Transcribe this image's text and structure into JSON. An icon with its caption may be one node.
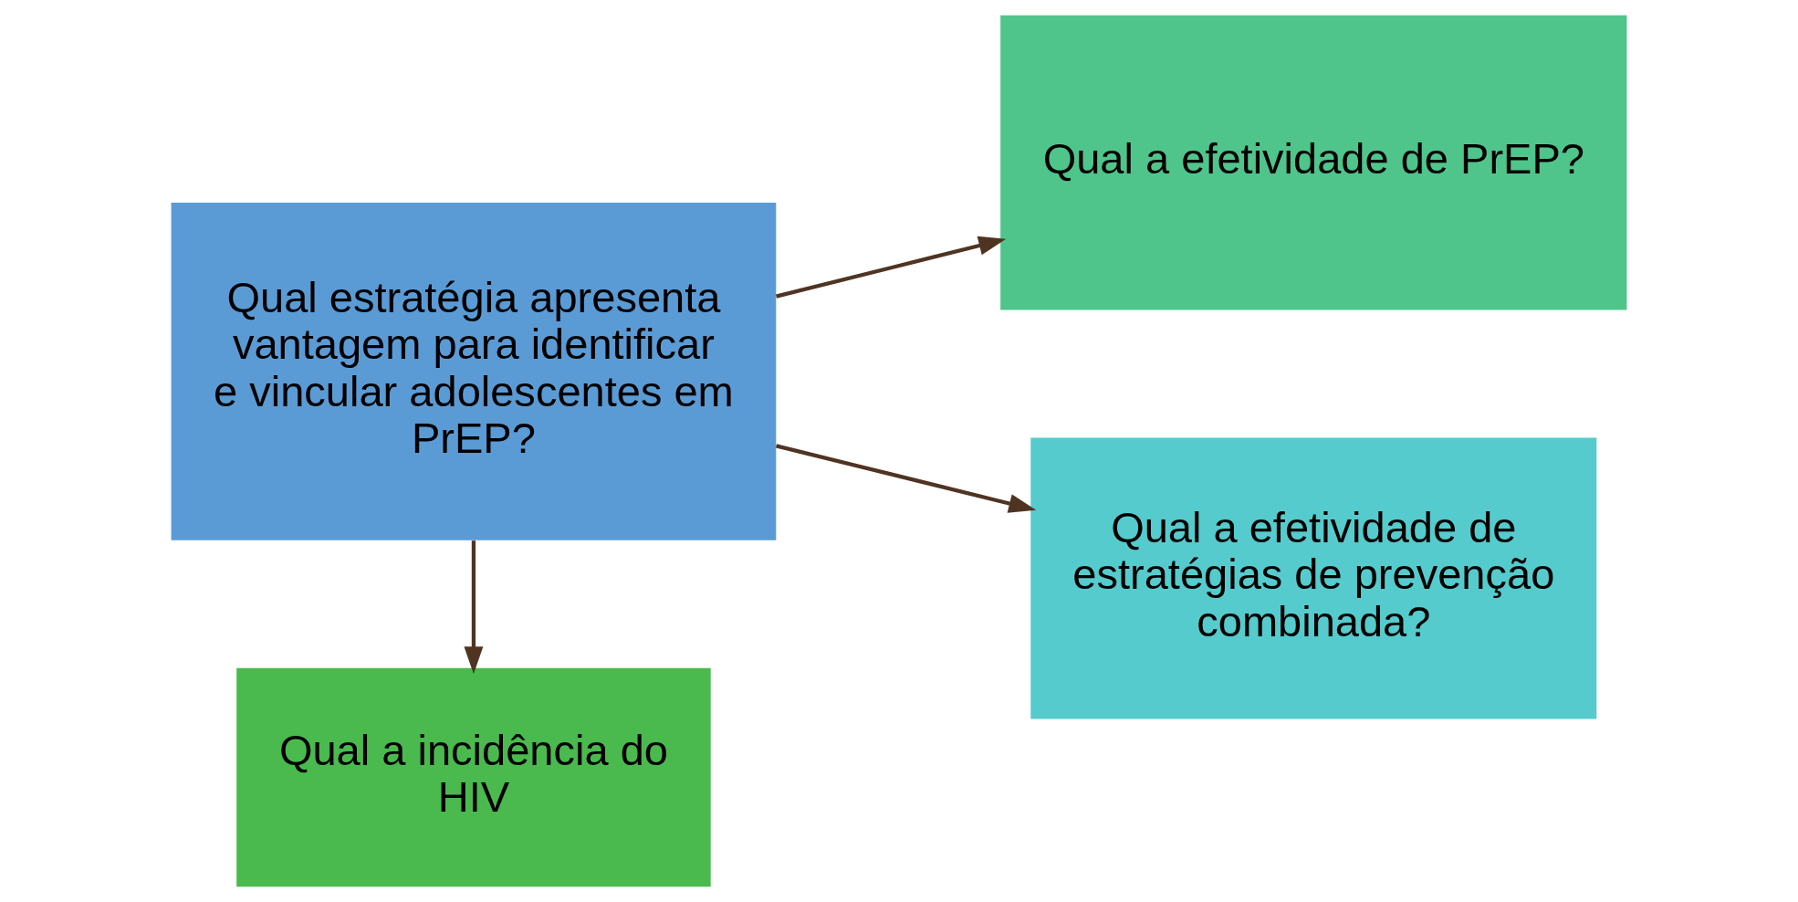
{
  "diagram": {
    "nodes": [
      {
        "text": [
          "Qual estratégia apresenta vantagem para identificar e vincular adolescentes em PrEP?"
        ]
      },
      {
        "text": [
          "Qual a efetividade de PrEP?"
        ]
      },
      {
        "text": [
          "Qual a incidência do HIV"
        ]
      },
      {
        "text": [
          "Qual a efetividade de estratégias de prevenção combinada?"
        ]
      }
    ],
    "edges": [
      {
        "from": 0,
        "to": 1,
        "arrow": "to"
      },
      {
        "from": 0,
        "to": 2,
        "arrow": "to"
      },
      {
        "from": 0,
        "to": 3,
        "arrow": "to"
      }
    ]
  }
}
